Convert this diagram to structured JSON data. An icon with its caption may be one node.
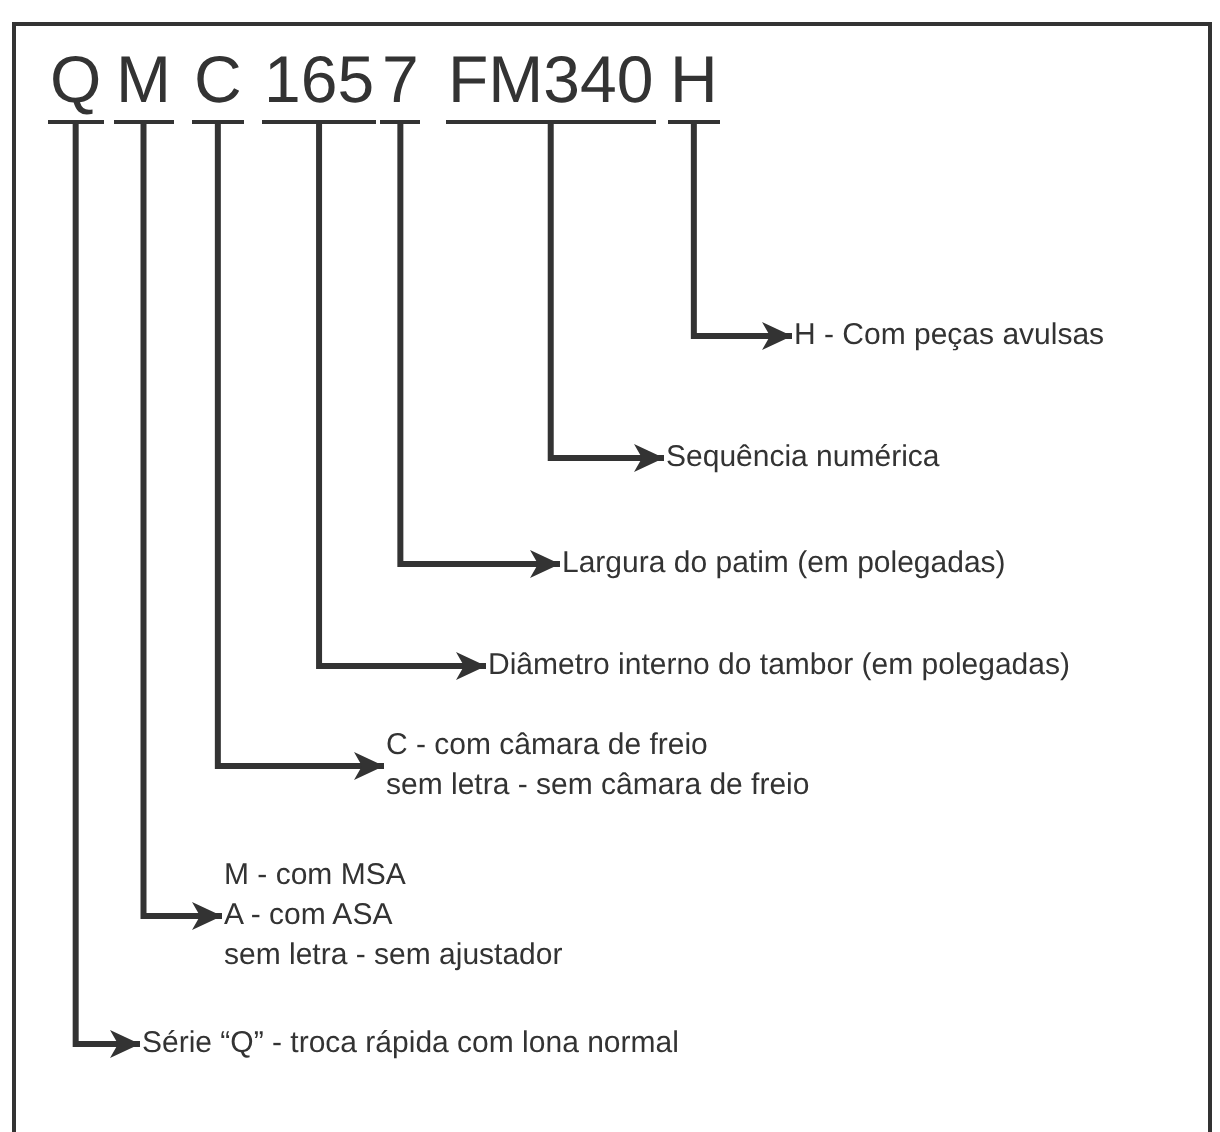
{
  "diagram": {
    "nodes": [
      {
        "text": [
          "Q"
        ]
      },
      {
        "text": [
          "M"
        ]
      },
      {
        "text": [
          "C"
        ]
      },
      {
        "text": [
          "165"
        ]
      },
      {
        "text": [
          "7"
        ]
      },
      {
        "text": [
          "FM340"
        ]
      },
      {
        "text": [
          "H"
        ]
      },
      {
        "text": [
          "H - Com peças avulsas"
        ]
      },
      {
        "text": [
          "Sequência numérica"
        ]
      },
      {
        "text": [
          "Largura do patim (em polegadas)"
        ]
      },
      {
        "text": [
          "Diâmetro interno do tambor (em polegadas)"
        ]
      },
      {
        "text": [
          "C - com câmara de freio",
          "sem letra - sem câmara de freio"
        ]
      },
      {
        "text": [
          "M - com MSA",
          "A - com ASA",
          "sem letra - sem ajustador"
        ]
      },
      {
        "text": [
          "Série “Q” - troca rápida com lona normal"
        ]
      }
    ],
    "edges": [
      {
        "from": 6,
        "to": 7,
        "arrow": "to"
      },
      {
        "from": 5,
        "to": 8,
        "arrow": "to"
      },
      {
        "from": 4,
        "to": 9,
        "arrow": "to"
      },
      {
        "from": 3,
        "to": 10,
        "arrow": "to"
      },
      {
        "from": 2,
        "to": 11,
        "arrow": "to"
      },
      {
        "from": 1,
        "to": 12,
        "arrow": "to"
      },
      {
        "from": 0,
        "to": 13,
        "arrow": "to"
      }
    ]
  }
}
